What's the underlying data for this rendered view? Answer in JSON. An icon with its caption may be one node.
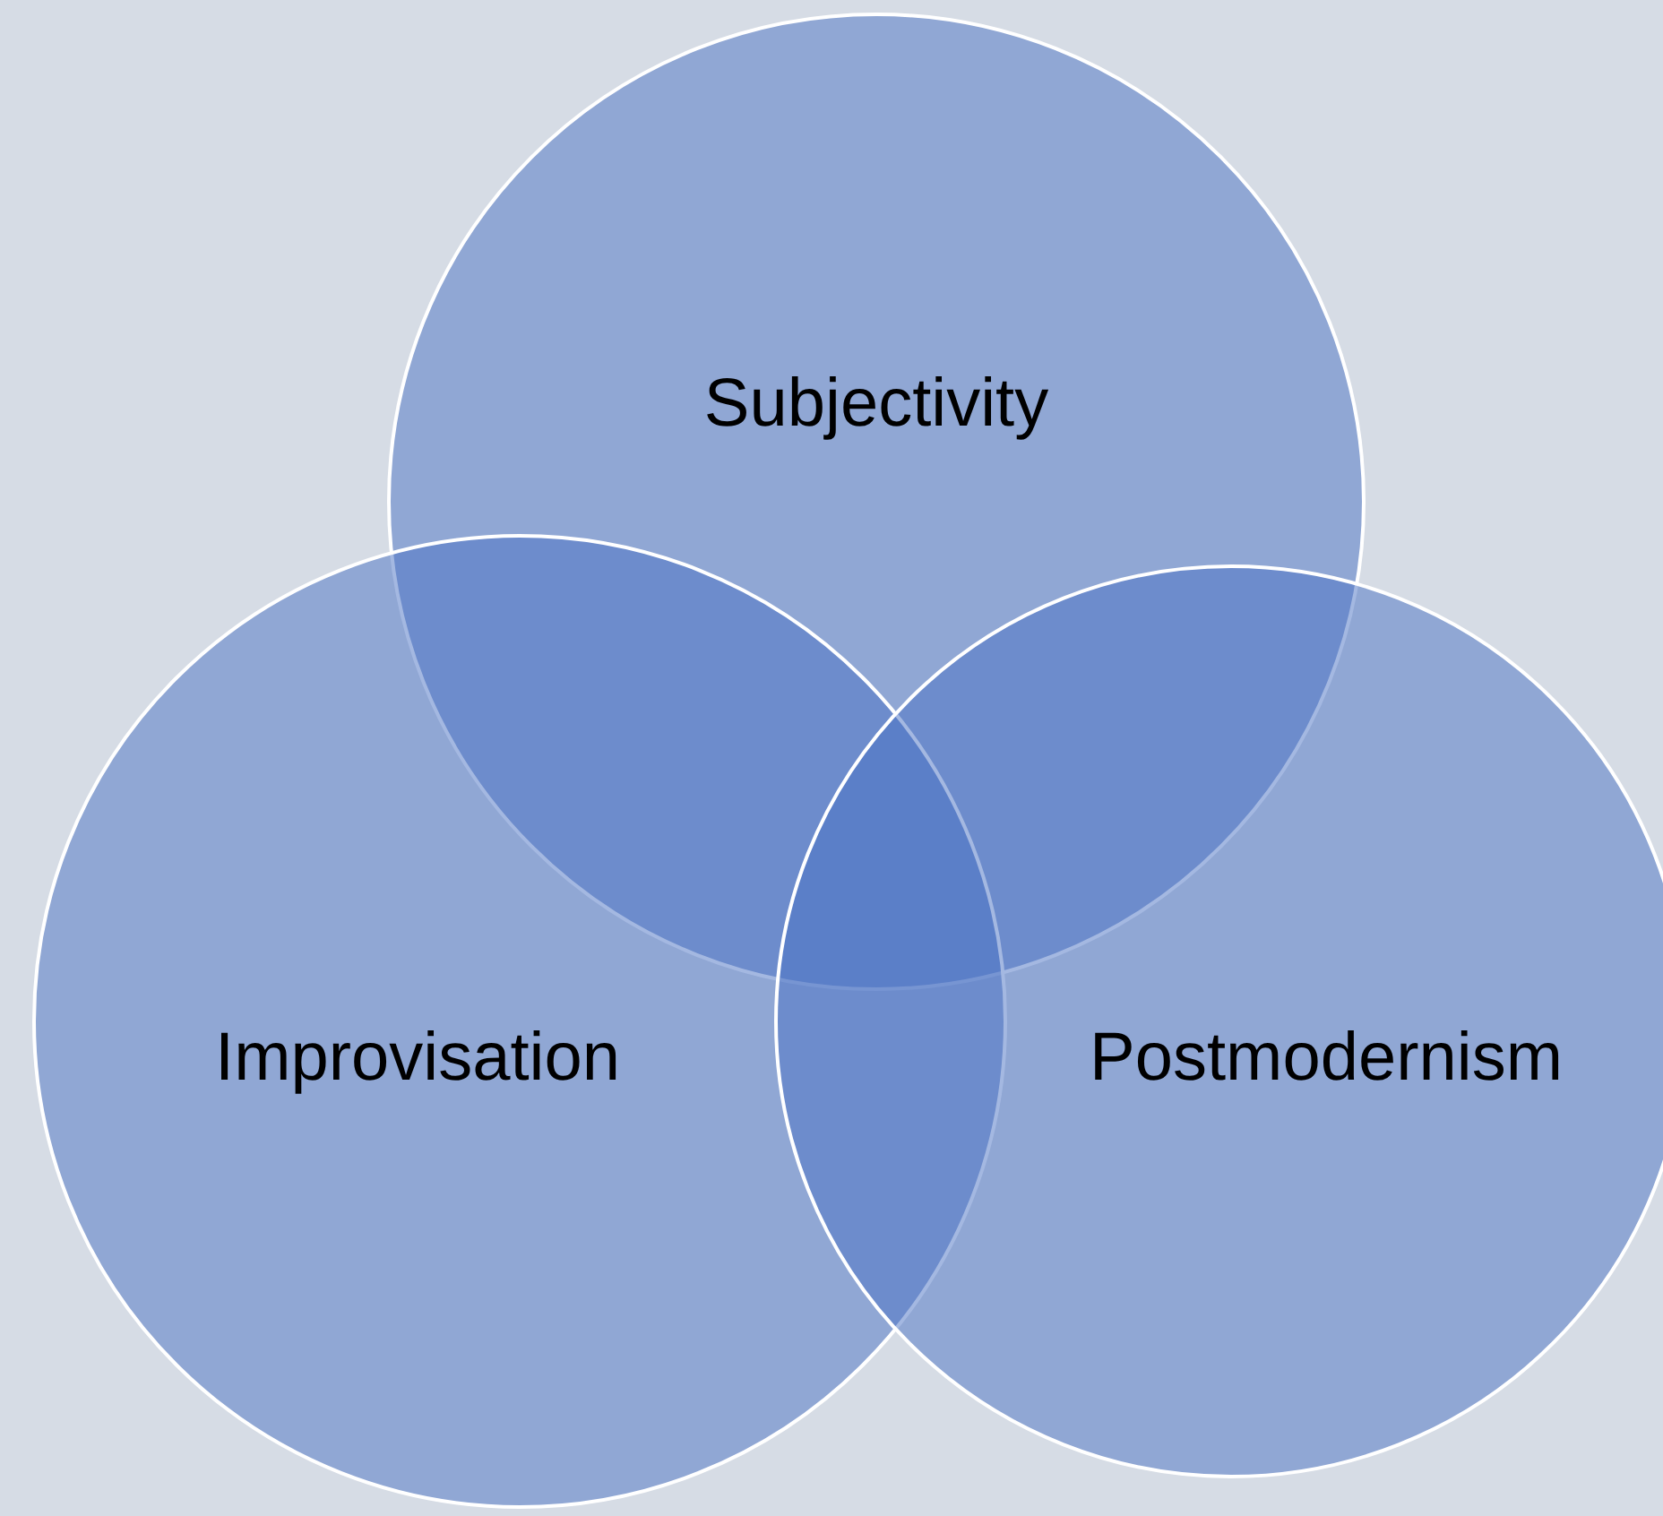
{
  "diagram": {
    "nodes": [
      {
        "text": [
          "Subjectivity"
        ]
      },
      {
        "text": [
          "Improvisation"
        ]
      },
      {
        "text": [
          "Postmodernism"
        ]
      }
    ]
  }
}
